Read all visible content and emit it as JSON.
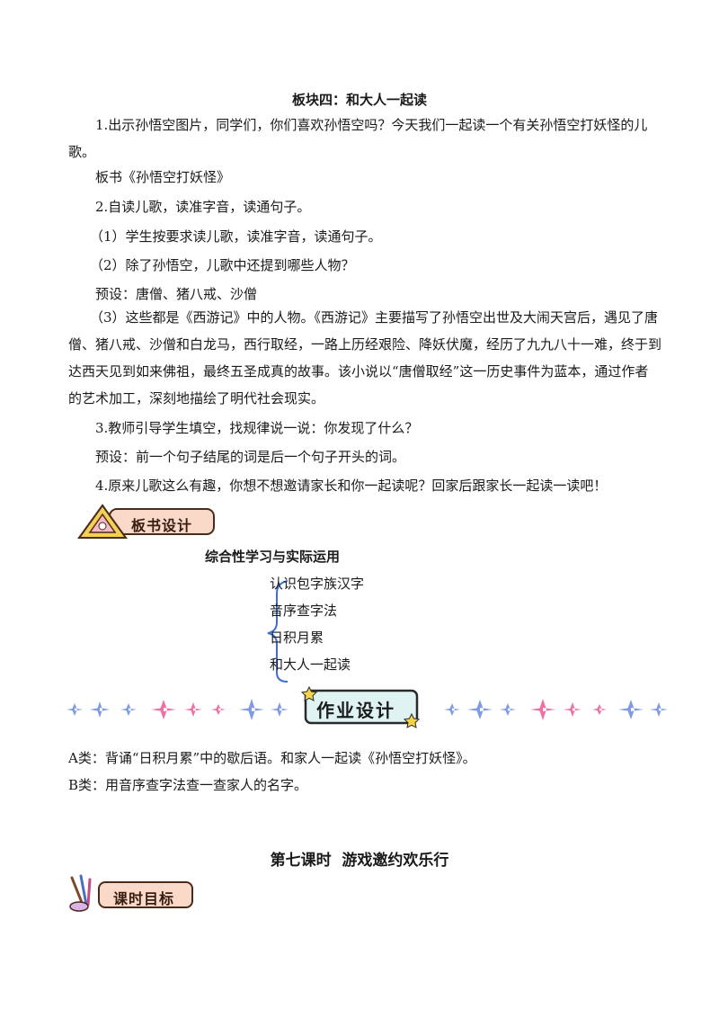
{
  "section": {
    "title": "板块四：和大人一起读",
    "p1": "1.出示孙悟空图片，同学们，你们喜欢孙悟空吗？今天我们一起读一个有关孙悟空打妖怪的儿歌。",
    "board_title_line": "板书《孙悟空打妖怪》",
    "p2": "2.自读儿歌，读准字音，读通句子。",
    "p2_1": "（1）学生按要求读儿歌，读准字音，读通句子。",
    "p2_2": "（2）除了孙悟空，儿歌中还提到哪些人物？",
    "preset1": "预设：唐僧、猪八戒、沙僧",
    "p2_3": "（3）这些都是《西游记》中的人物。《西游记》主要描写了孙悟空出世及大闹天宫后，遇见了唐僧、猪八戒、沙僧和白龙马，西行取经，一路上历经艰险、降妖伏魔，经历了九九八十一难，终于到达西天见到如来佛祖，最终五圣成真的故事。该小说以“唐僧取经”这一历史事件为蓝本，通过作者的艺术加工，深刻地描绘了明代社会现实。",
    "p3": "3.教师引导学生填空，找规律说一说：你发现了什么？",
    "preset2": "预设：前一个句子结尾的词是后一个句子开头的词。",
    "p4": "4.原来儿歌这么有趣，你想不想邀请家长和你一起读呢？回家后跟家长一起读一读吧！"
  },
  "board_design": {
    "badge": "板书设计",
    "title": "综合性学习与实际运用",
    "items": [
      "认识包字族汉字",
      "音序查字法",
      "日积月累",
      "和大人一起读"
    ]
  },
  "homework": {
    "badge": "作业设计",
    "a": "A类：背诵“日积月累”中的歇后语。和家人一起读《孙悟空打妖怪》。",
    "b": "B类：用音序查字法查一查家人的名字。"
  },
  "lesson7": {
    "title": "第七课时  游戏邀约欢乐行",
    "badge": "课时目标"
  },
  "colors": {
    "badge_fill": "#f9d9c7",
    "badge_border": "#4a2a1a",
    "homework_fill": "#dff3f3",
    "bracket": "#3b6fd6",
    "sparkle_blue": "#7f9be6",
    "sparkle_pink": "#ef6fa6",
    "star_yellow": "#f5d44a"
  }
}
